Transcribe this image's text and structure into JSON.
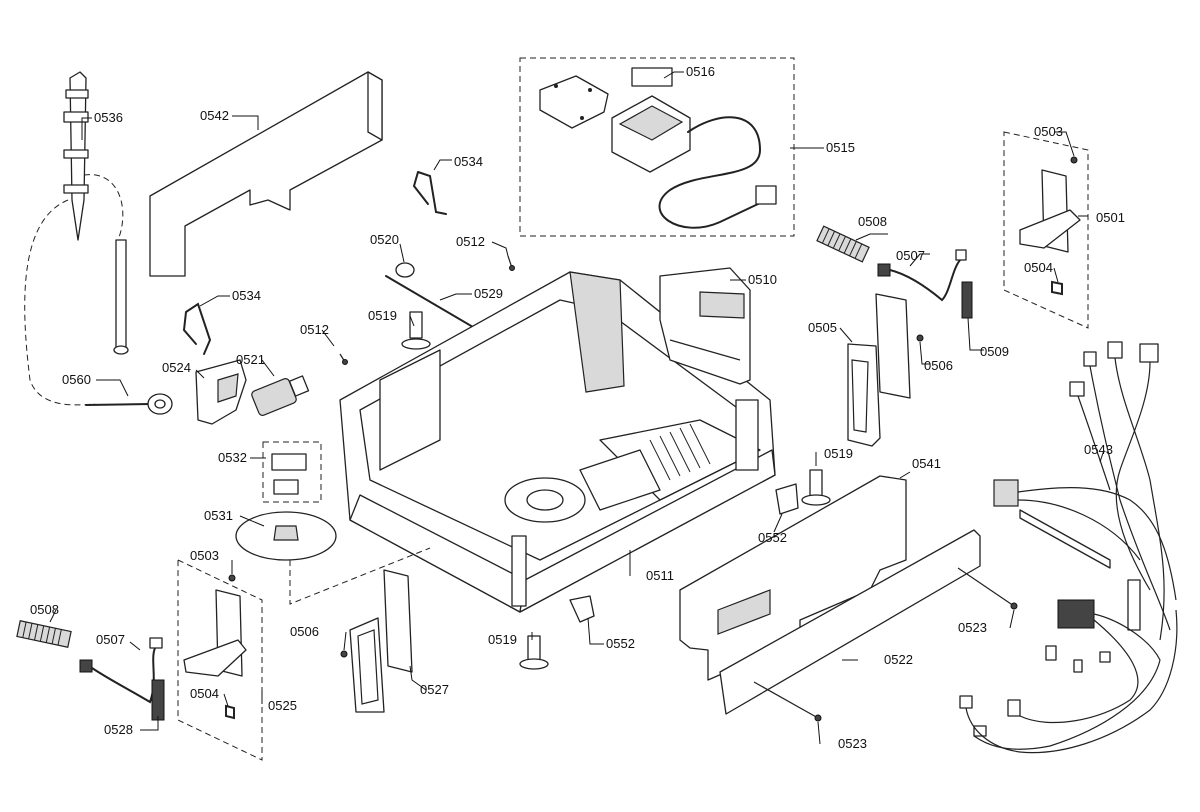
{
  "diagram": {
    "callouts": [
      {
        "id": "0536",
        "label": "0536"
      },
      {
        "id": "0542",
        "label": "0542"
      },
      {
        "id": "0516",
        "label": "0516"
      },
      {
        "id": "0515",
        "label": "0515"
      },
      {
        "id": "0503a",
        "label": "0503"
      },
      {
        "id": "0534a",
        "label": "0534"
      },
      {
        "id": "0512a",
        "label": "0512"
      },
      {
        "id": "0520",
        "label": "0520"
      },
      {
        "id": "0508a",
        "label": "0508"
      },
      {
        "id": "0501",
        "label": "0501"
      },
      {
        "id": "0507a",
        "label": "0507"
      },
      {
        "id": "0504a",
        "label": "0504"
      },
      {
        "id": "0510",
        "label": "0510"
      },
      {
        "id": "0529",
        "label": "0529"
      },
      {
        "id": "0534b",
        "label": "0534"
      },
      {
        "id": "0519a",
        "label": "0519"
      },
      {
        "id": "0512b",
        "label": "0512"
      },
      {
        "id": "0505",
        "label": "0505"
      },
      {
        "id": "0506a",
        "label": "0506"
      },
      {
        "id": "0509",
        "label": "0509"
      },
      {
        "id": "0524",
        "label": "0524"
      },
      {
        "id": "0521",
        "label": "0521"
      },
      {
        "id": "0560",
        "label": "0560"
      },
      {
        "id": "0543",
        "label": "0543"
      },
      {
        "id": "0532",
        "label": "0532"
      },
      {
        "id": "0519b",
        "label": "0519"
      },
      {
        "id": "0541",
        "label": "0541"
      },
      {
        "id": "0531",
        "label": "0531"
      },
      {
        "id": "0552a",
        "label": "0552"
      },
      {
        "id": "0503b",
        "label": "0503"
      },
      {
        "id": "0511",
        "label": "0511"
      },
      {
        "id": "0508b",
        "label": "0508"
      },
      {
        "id": "0506b",
        "label": "0506"
      },
      {
        "id": "0519c",
        "label": "0519"
      },
      {
        "id": "0552b",
        "label": "0552"
      },
      {
        "id": "0523a",
        "label": "0523"
      },
      {
        "id": "0507b",
        "label": "0507"
      },
      {
        "id": "0522",
        "label": "0522"
      },
      {
        "id": "0504b",
        "label": "0504"
      },
      {
        "id": "0525",
        "label": "0525"
      },
      {
        "id": "0527",
        "label": "0527"
      },
      {
        "id": "0528",
        "label": "0528"
      },
      {
        "id": "0523b",
        "label": "0523"
      }
    ]
  }
}
